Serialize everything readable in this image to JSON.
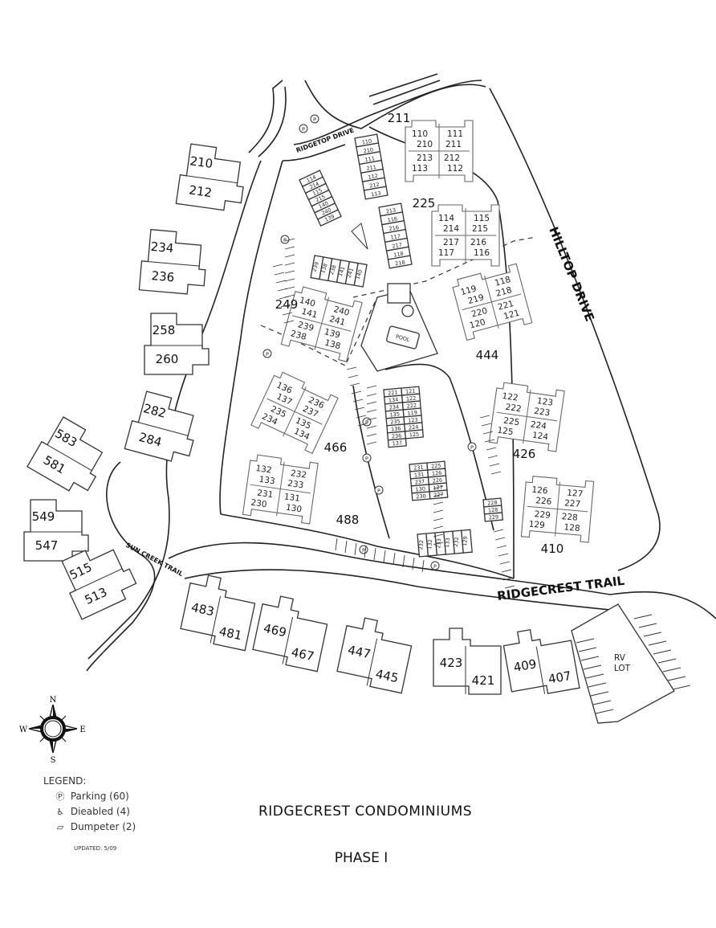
{
  "title": "RIDGECREST CONDOMINIUMS",
  "phase": "PHASE I",
  "updated": "UPDATED: 5/09",
  "legend": {
    "heading": "LEGEND:",
    "items": [
      {
        "icon": "parking-icon",
        "label": "Parking (60)"
      },
      {
        "icon": "disabled-icon",
        "label": "Dieabled (4)"
      },
      {
        "icon": "dumpster-icon",
        "label": "Dumpeter (2)"
      }
    ]
  },
  "compass": {
    "n": "N",
    "s": "S",
    "e": "E",
    "w": "W"
  },
  "roads": {
    "hilltop": "HILLTOP DRIVE",
    "ridgecrest": "RIDGECREST TRAIL",
    "ridgetop": "RIDGETOP DRIVE",
    "suncreek": "SUN CREEK TRAIL"
  },
  "features": {
    "pool": "POOL",
    "rv_lot_1": "RV",
    "rv_lot_2": "LOT"
  },
  "buildings": {
    "b211": {
      "number": "211",
      "units": [
        "110",
        "111",
        "210",
        "211",
        "213",
        "212",
        "113",
        "112"
      ]
    },
    "b225": {
      "number": "225",
      "units": [
        "114",
        "115",
        "214",
        "215",
        "217",
        "216",
        "117",
        "116"
      ]
    },
    "b444": {
      "number": "444",
      "units": [
        "119",
        "118",
        "219",
        "218",
        "220",
        "221",
        "120",
        "121"
      ]
    },
    "b249": {
      "number": "249",
      "units": [
        "140",
        "240",
        "141",
        "241",
        "239",
        "139",
        "238",
        "138"
      ]
    },
    "b466": {
      "number": "466",
      "units": [
        "136",
        "236",
        "137",
        "237",
        "235",
        "135",
        "234",
        "134"
      ]
    },
    "b426": {
      "number": "426",
      "units": [
        "122",
        "123",
        "222",
        "223",
        "225",
        "224",
        "125",
        "124"
      ]
    },
    "b488": {
      "number": "488",
      "units": [
        "132",
        "232",
        "133",
        "233",
        "231",
        "131",
        "230",
        "130"
      ]
    },
    "b410": {
      "number": "410",
      "units": [
        "126",
        "127",
        "226",
        "227",
        "229",
        "228",
        "129",
        "128"
      ]
    }
  },
  "west_units": [
    "210",
    "212",
    "234",
    "236",
    "258",
    "260",
    "282",
    "284",
    "583",
    "581",
    "549",
    "547",
    "515",
    "513"
  ],
  "south_units": [
    "483",
    "481",
    "469",
    "467",
    "447",
    "445",
    "423",
    "421",
    "409",
    "407"
  ],
  "garages": {
    "g1": [
      "110",
      "210",
      "111",
      "211",
      "112",
      "212",
      "113"
    ],
    "g2": [
      "213",
      "116",
      "216",
      "117",
      "217",
      "118",
      "218"
    ],
    "g3": [
      "114",
      "214",
      "115",
      "215",
      "140",
      "240",
      "139"
    ],
    "g4": [
      "239",
      "138",
      "238",
      "141",
      "241",
      "140"
    ],
    "g5": [
      "221",
      "121",
      "134",
      "122",
      "234",
      "222",
      "135",
      "119",
      "235",
      "123",
      "136",
      "224",
      "236",
      "125",
      "137"
    ],
    "g6": [
      "231",
      "225",
      "131",
      "126",
      "237",
      "226",
      "130",
      "127",
      "230",
      "227"
    ],
    "g7": [
      "228",
      "128",
      "229"
    ],
    "g8": [
      "232",
      "132",
      "233",
      "133",
      "232",
      "129"
    ]
  }
}
